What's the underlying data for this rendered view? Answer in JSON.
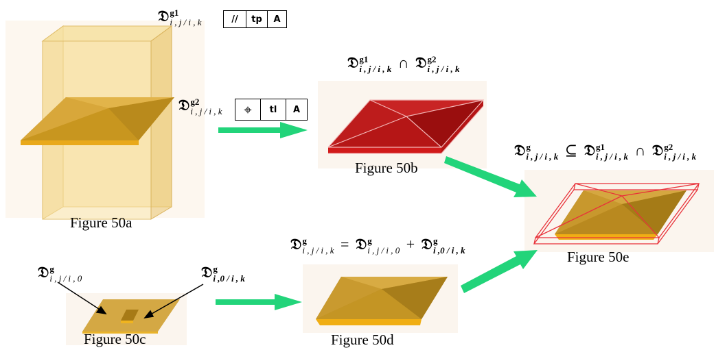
{
  "captions": {
    "fig50a": "Figure 50a",
    "fig50b": "Figure 50b",
    "fig50c": "Figure 50c",
    "fig50d": "Figure 50d",
    "fig50e": "Figure 50e"
  },
  "symbols": {
    "D": "𝔇",
    "g": "g",
    "g1": "g1",
    "g2": "g2",
    "sub_ijik": "i , j / i , k",
    "sub_ijik_bold": "i , j / i , k",
    "sub_ij_i0": "i , j / i , 0",
    "sub_i0_ik": "i ,0 / i , k",
    "cap": "∩",
    "subseteq": "⊆",
    "equals": "=",
    "plus": "+"
  },
  "frames": {
    "g1": {
      "symbol": "//",
      "zone": "tp",
      "datum": "A"
    },
    "g2": {
      "symbol": "⌖",
      "zone": "tl",
      "datum": "A"
    }
  },
  "colors": {
    "gold": "#d4a437",
    "gold_dark": "#a97f1f",
    "translucent_box": "#f3d27f",
    "red": "#b71414",
    "red_wire": "#e8323a",
    "arrow_green": "#22d47a",
    "panel_bg": "#fbf5ee"
  }
}
